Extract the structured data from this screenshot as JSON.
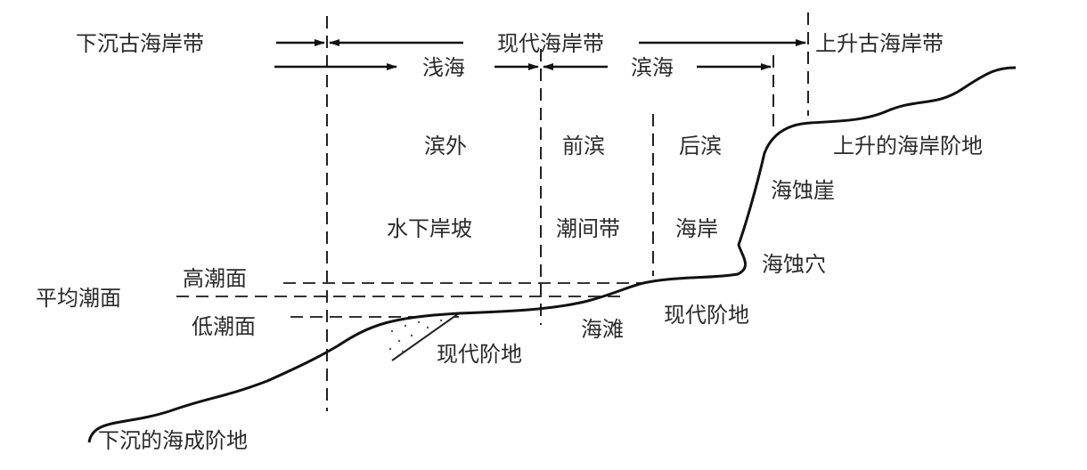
{
  "top_zones": {
    "submerged_ancient": "下沉古海岸带",
    "modern": "现代海岸带",
    "uplifted_ancient": "上升古海岸带"
  },
  "sub_zones": {
    "shallow_sea": "浅海",
    "littoral": "滨海"
  },
  "regions": {
    "offshore": "滨外",
    "foreshore": "前滨",
    "backshore": "后滨",
    "underwater_slope": "水下岸坡",
    "intertidal": "潮间带",
    "coast": "海岸"
  },
  "tide_levels": {
    "high": "高潮面",
    "mean": "平均潮面",
    "low": "低潮面"
  },
  "features": {
    "sea_cliff": "海蚀崖",
    "sea_notch": "海蚀穴",
    "uplifted_terrace": "上升的海岸阶地",
    "modern_terrace_upper": "现代阶地",
    "beach": "海滩",
    "modern_terrace_lower": "现代阶地",
    "submerged_terrace": "下沉的海成阶地"
  },
  "colors": {
    "line": "#111111",
    "text": "#2a2a2a"
  }
}
